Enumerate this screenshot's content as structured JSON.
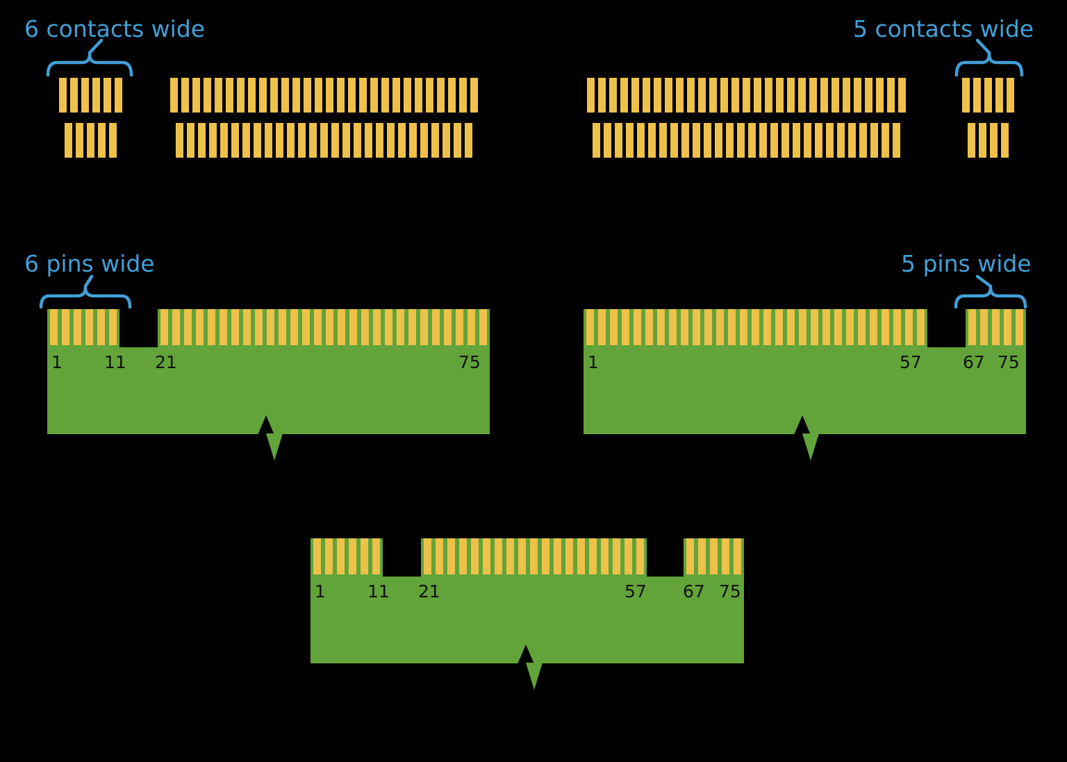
{
  "colors": {
    "background": "#000000",
    "gold": "#eec14a",
    "green": "#62a43a",
    "label_blue": "#42a0d8",
    "number": "#111111"
  },
  "socket_view": {
    "label_left": "6 contacts wide",
    "label_right": "5 contacts wide",
    "b_key_socket": {
      "key_group_top_contacts": 6,
      "key_group_bottom_contacts": 5,
      "main_group_top_contacts": 28,
      "main_group_bottom_contacts": 27
    },
    "m_key_socket": {
      "main_group_top_contacts": 29,
      "main_group_bottom_contacts": 28,
      "key_group_top_contacts": 5,
      "key_group_bottom_contacts": 4
    }
  },
  "module_view": {
    "label_left": "6 pins wide",
    "label_right": "5 pins wide",
    "b_key_module": {
      "group1_pins": 6,
      "group2_pins": 28,
      "pin_numbers": [
        "1",
        "11",
        "21",
        "75"
      ]
    },
    "m_key_module": {
      "group1_pins": 29,
      "group2_pins": 5,
      "pin_numbers": [
        "1",
        "57",
        "67",
        "75"
      ]
    },
    "bm_key_module": {
      "group1_pins": 6,
      "group2_pins": 19,
      "group3_pins": 5,
      "pin_numbers": [
        "1",
        "11",
        "21",
        "57",
        "67",
        "75"
      ]
    }
  }
}
